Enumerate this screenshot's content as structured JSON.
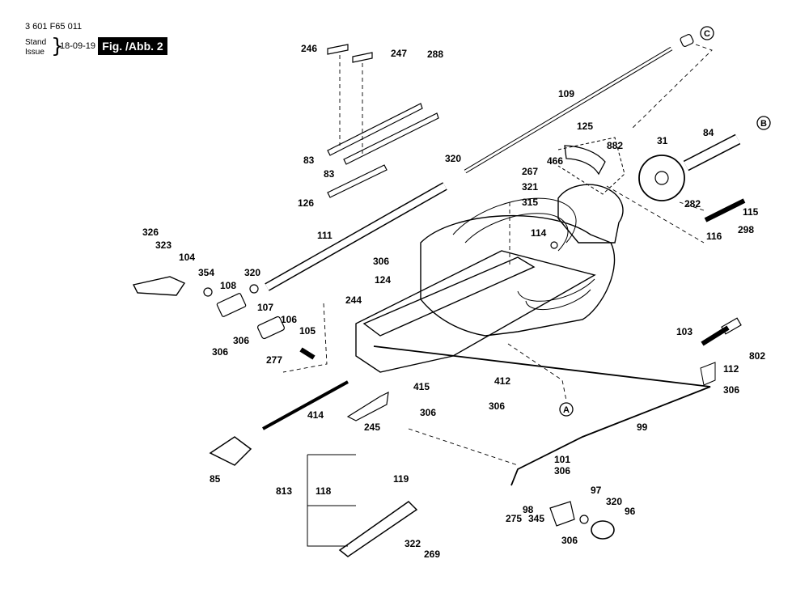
{
  "header": {
    "doc_number": "3 601 F65 011",
    "stand": "Stand",
    "issue": "Issue",
    "brace": "}",
    "date": "18-09-19",
    "figure": "Fig. /Abb. 2"
  },
  "callouts": {
    "A": "A",
    "B": "B",
    "C": "C"
  },
  "part_labels": [
    "246",
    "247",
    "288",
    "83",
    "83",
    "126",
    "109",
    "320",
    "267",
    "321",
    "315",
    "125",
    "882",
    "466",
    "31",
    "84",
    "282",
    "115",
    "116",
    "298",
    "326",
    "323",
    "104",
    "354",
    "108",
    "320",
    "107",
    "106",
    "105",
    "306",
    "306",
    "277",
    "111",
    "244",
    "306",
    "124",
    "114",
    "103",
    "802",
    "112",
    "306",
    "415",
    "412",
    "306",
    "306",
    "414",
    "245",
    "99",
    "85",
    "101",
    "306",
    "275",
    "98",
    "97",
    "345",
    "320",
    "96",
    "306",
    "813",
    "118",
    "119",
    "322",
    "269"
  ]
}
